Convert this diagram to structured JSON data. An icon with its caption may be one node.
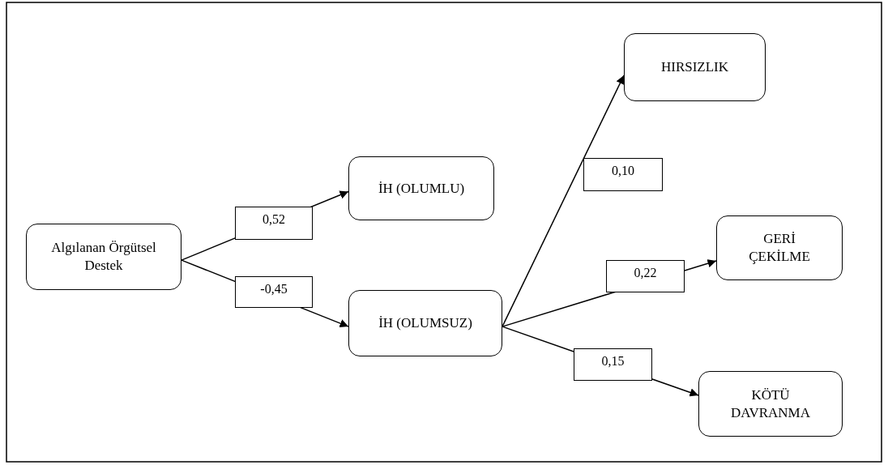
{
  "diagram": {
    "nodes": [
      {
        "text": [
          "Algılanan Örgütsel Destek"
        ]
      },
      {
        "text": [
          "İH (OLUMLU)"
        ]
      },
      {
        "text": [
          "İH (OLUMSUZ)"
        ]
      },
      {
        "text": [
          "HIRSIZLIK"
        ]
      },
      {
        "text": [
          "GERİ ÇEKİLME"
        ]
      },
      {
        "text": [
          "KÖTÜ DAVRANMA"
        ]
      }
    ],
    "edges": [
      {
        "from": 0,
        "to": 1,
        "arrow": "to",
        "label": "0,52"
      },
      {
        "from": 0,
        "to": 2,
        "arrow": "to",
        "label": "-0,45"
      },
      {
        "from": 2,
        "to": 3,
        "arrow": "to",
        "label": "0,10"
      },
      {
        "from": 2,
        "to": 4,
        "arrow": "to",
        "label": "0,22"
      },
      {
        "from": 2,
        "to": 5,
        "arrow": "to",
        "label": "0,15"
      }
    ]
  }
}
